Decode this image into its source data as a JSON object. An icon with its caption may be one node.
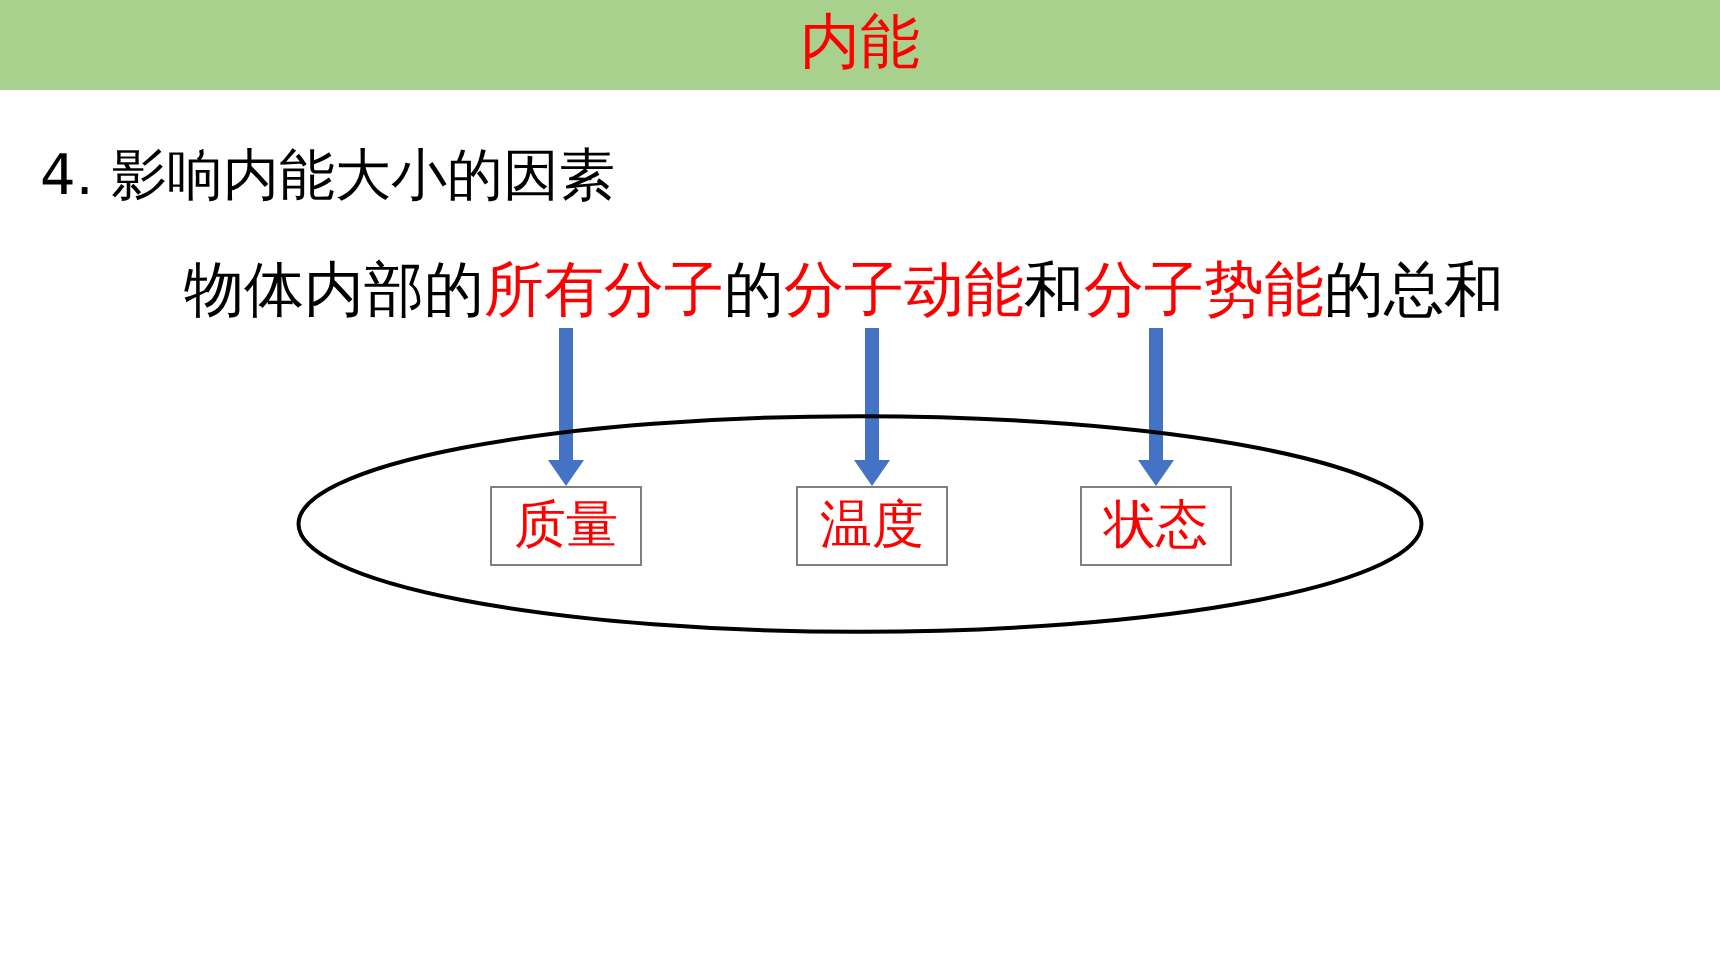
{
  "diagram": {
    "title": "内能",
    "nodes": [
      {
        "text": [
          "所有分子"
        ]
      },
      {
        "text": [
          "分子动能"
        ]
      },
      {
        "text": [
          "分子势能"
        ]
      },
      {
        "text": [],
        "shape": "ellipse"
      },
      {
        "text": [
          "质量"
        ],
        "in": 3
      },
      {
        "text": [
          "温度"
        ],
        "in": 3
      },
      {
        "text": [
          "状态"
        ],
        "in": 3
      }
    ],
    "edges": [
      {
        "from": 0,
        "to": 4,
        "arrow": "to"
      },
      {
        "from": 1,
        "to": 5,
        "arrow": "to"
      },
      {
        "from": 2,
        "to": 6,
        "arrow": "to"
      }
    ],
    "labels": [
      "4. 影响内能大小的因素",
      "物体内部的",
      "的",
      "和",
      "的总和"
    ]
  }
}
